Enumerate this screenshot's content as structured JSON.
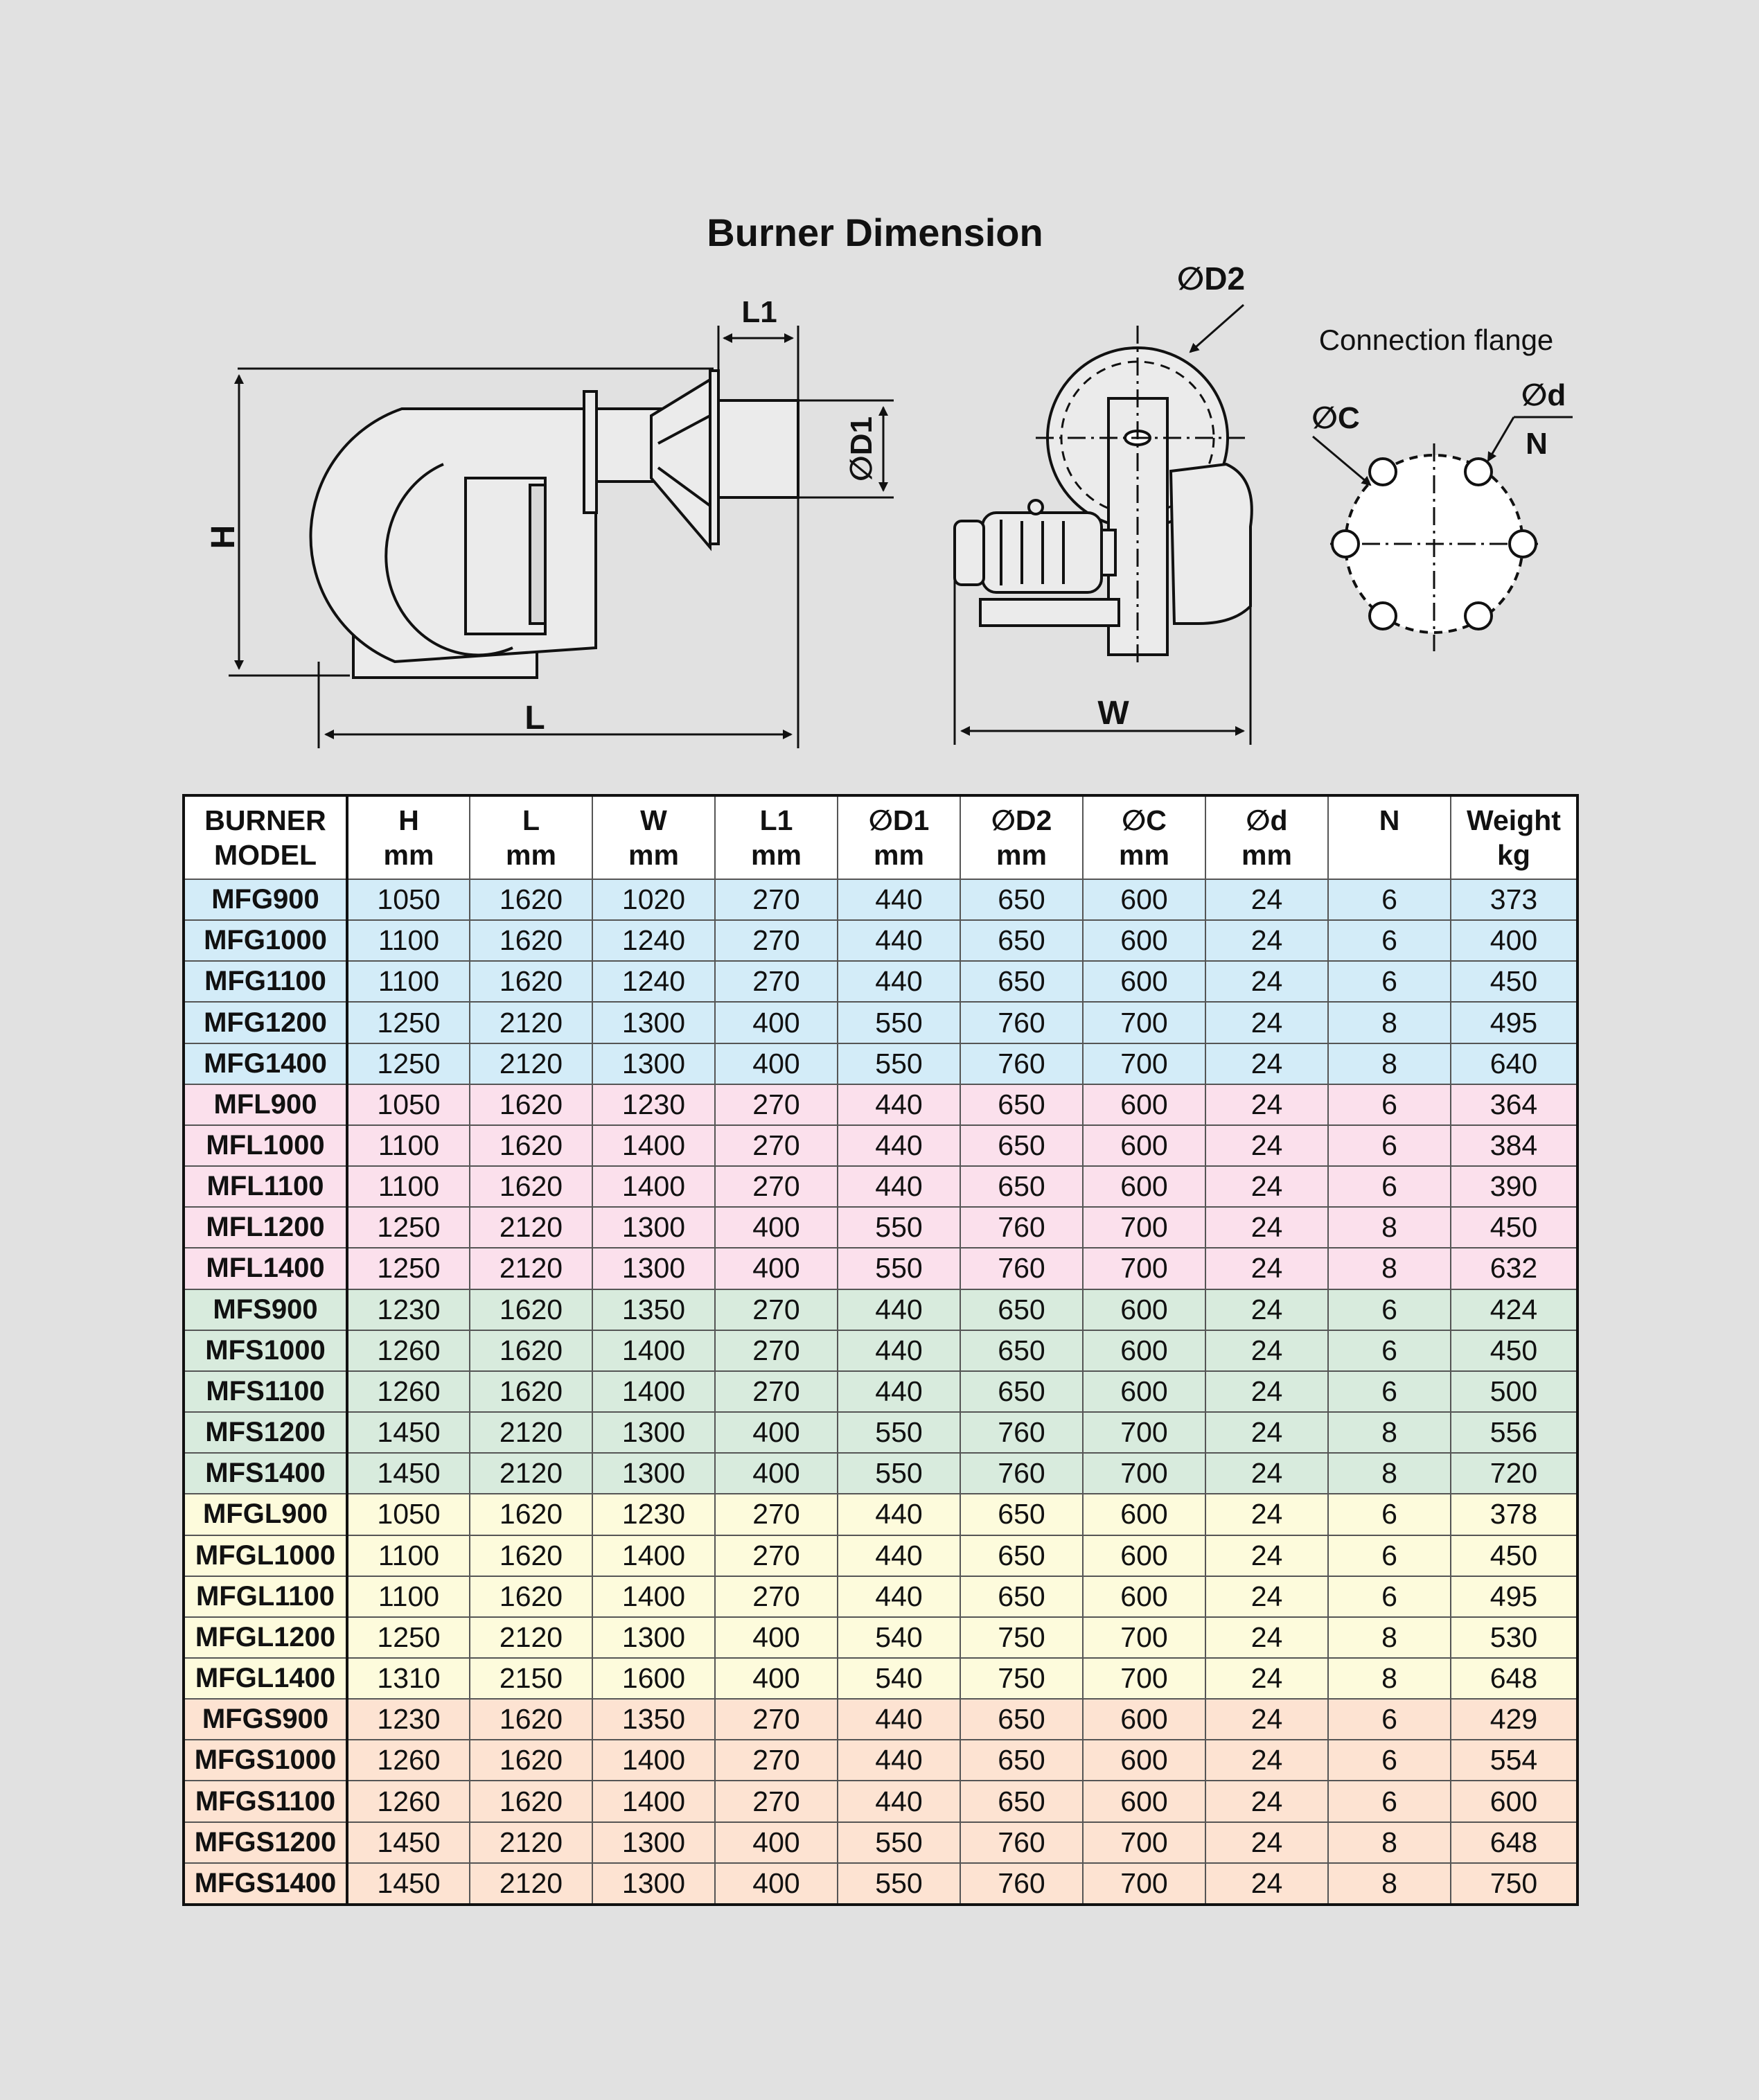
{
  "title": "Burner Dimension",
  "diagram": {
    "labels": {
      "H": "H",
      "L": "L",
      "L1": "L1",
      "D1": "∅D1",
      "D2": "∅D2",
      "W": "W",
      "C": "∅C",
      "d": "∅d",
      "N": "N",
      "flange_title": "Connection flange"
    }
  },
  "table": {
    "columns": [
      {
        "line1": "BURNER",
        "line2": "MODEL"
      },
      {
        "line1": "H",
        "line2": "mm"
      },
      {
        "line1": "L",
        "line2": "mm"
      },
      {
        "line1": "W",
        "line2": "mm"
      },
      {
        "line1": "L1",
        "line2": "mm"
      },
      {
        "line1": "∅D1",
        "line2": "mm"
      },
      {
        "line1": "∅D2",
        "line2": "mm"
      },
      {
        "line1": "∅C",
        "line2": "mm"
      },
      {
        "line1": "∅d",
        "line2": "mm"
      },
      {
        "line1": "N",
        "line2": ""
      },
      {
        "line1": "Weight",
        "line2": "kg"
      }
    ],
    "group_colors": {
      "MFG": "#d3ecf8",
      "MFL": "#fbe0ec",
      "MFS": "#d8ebdd",
      "MFGL": "#fdfbdc",
      "MFGS": "#fde3d2"
    },
    "rows": [
      [
        "MFG900",
        "1050",
        "1620",
        "1020",
        "270",
        "440",
        "650",
        "600",
        "24",
        "6",
        "373"
      ],
      [
        "MFG1000",
        "1100",
        "1620",
        "1240",
        "270",
        "440",
        "650",
        "600",
        "24",
        "6",
        "400"
      ],
      [
        "MFG1100",
        "1100",
        "1620",
        "1240",
        "270",
        "440",
        "650",
        "600",
        "24",
        "6",
        "450"
      ],
      [
        "MFG1200",
        "1250",
        "2120",
        "1300",
        "400",
        "550",
        "760",
        "700",
        "24",
        "8",
        "495"
      ],
      [
        "MFG1400",
        "1250",
        "2120",
        "1300",
        "400",
        "550",
        "760",
        "700",
        "24",
        "8",
        "640"
      ],
      [
        "MFL900",
        "1050",
        "1620",
        "1230",
        "270",
        "440",
        "650",
        "600",
        "24",
        "6",
        "364"
      ],
      [
        "MFL1000",
        "1100",
        "1620",
        "1400",
        "270",
        "440",
        "650",
        "600",
        "24",
        "6",
        "384"
      ],
      [
        "MFL1100",
        "1100",
        "1620",
        "1400",
        "270",
        "440",
        "650",
        "600",
        "24",
        "6",
        "390"
      ],
      [
        "MFL1200",
        "1250",
        "2120",
        "1300",
        "400",
        "550",
        "760",
        "700",
        "24",
        "8",
        "450"
      ],
      [
        "MFL1400",
        "1250",
        "2120",
        "1300",
        "400",
        "550",
        "760",
        "700",
        "24",
        "8",
        "632"
      ],
      [
        "MFS900",
        "1230",
        "1620",
        "1350",
        "270",
        "440",
        "650",
        "600",
        "24",
        "6",
        "424"
      ],
      [
        "MFS1000",
        "1260",
        "1620",
        "1400",
        "270",
        "440",
        "650",
        "600",
        "24",
        "6",
        "450"
      ],
      [
        "MFS1100",
        "1260",
        "1620",
        "1400",
        "270",
        "440",
        "650",
        "600",
        "24",
        "6",
        "500"
      ],
      [
        "MFS1200",
        "1450",
        "2120",
        "1300",
        "400",
        "550",
        "760",
        "700",
        "24",
        "8",
        "556"
      ],
      [
        "MFS1400",
        "1450",
        "2120",
        "1300",
        "400",
        "550",
        "760",
        "700",
        "24",
        "8",
        "720"
      ],
      [
        "MFGL900",
        "1050",
        "1620",
        "1230",
        "270",
        "440",
        "650",
        "600",
        "24",
        "6",
        "378"
      ],
      [
        "MFGL1000",
        "1100",
        "1620",
        "1400",
        "270",
        "440",
        "650",
        "600",
        "24",
        "6",
        "450"
      ],
      [
        "MFGL1100",
        "1100",
        "1620",
        "1400",
        "270",
        "440",
        "650",
        "600",
        "24",
        "6",
        "495"
      ],
      [
        "MFGL1200",
        "1250",
        "2120",
        "1300",
        "400",
        "540",
        "750",
        "700",
        "24",
        "8",
        "530"
      ],
      [
        "MFGL1400",
        "1310",
        "2150",
        "1600",
        "400",
        "540",
        "750",
        "700",
        "24",
        "8",
        "648"
      ],
      [
        "MFGS900",
        "1230",
        "1620",
        "1350",
        "270",
        "440",
        "650",
        "600",
        "24",
        "6",
        "429"
      ],
      [
        "MFGS1000",
        "1260",
        "1620",
        "1400",
        "270",
        "440",
        "650",
        "600",
        "24",
        "6",
        "554"
      ],
      [
        "MFGS1100",
        "1260",
        "1620",
        "1400",
        "270",
        "440",
        "650",
        "600",
        "24",
        "6",
        "600"
      ],
      [
        "MFGS1200",
        "1450",
        "2120",
        "1300",
        "400",
        "550",
        "760",
        "700",
        "24",
        "8",
        "648"
      ],
      [
        "MFGS1400",
        "1450",
        "2120",
        "1300",
        "400",
        "550",
        "760",
        "700",
        "24",
        "8",
        "750"
      ]
    ]
  }
}
